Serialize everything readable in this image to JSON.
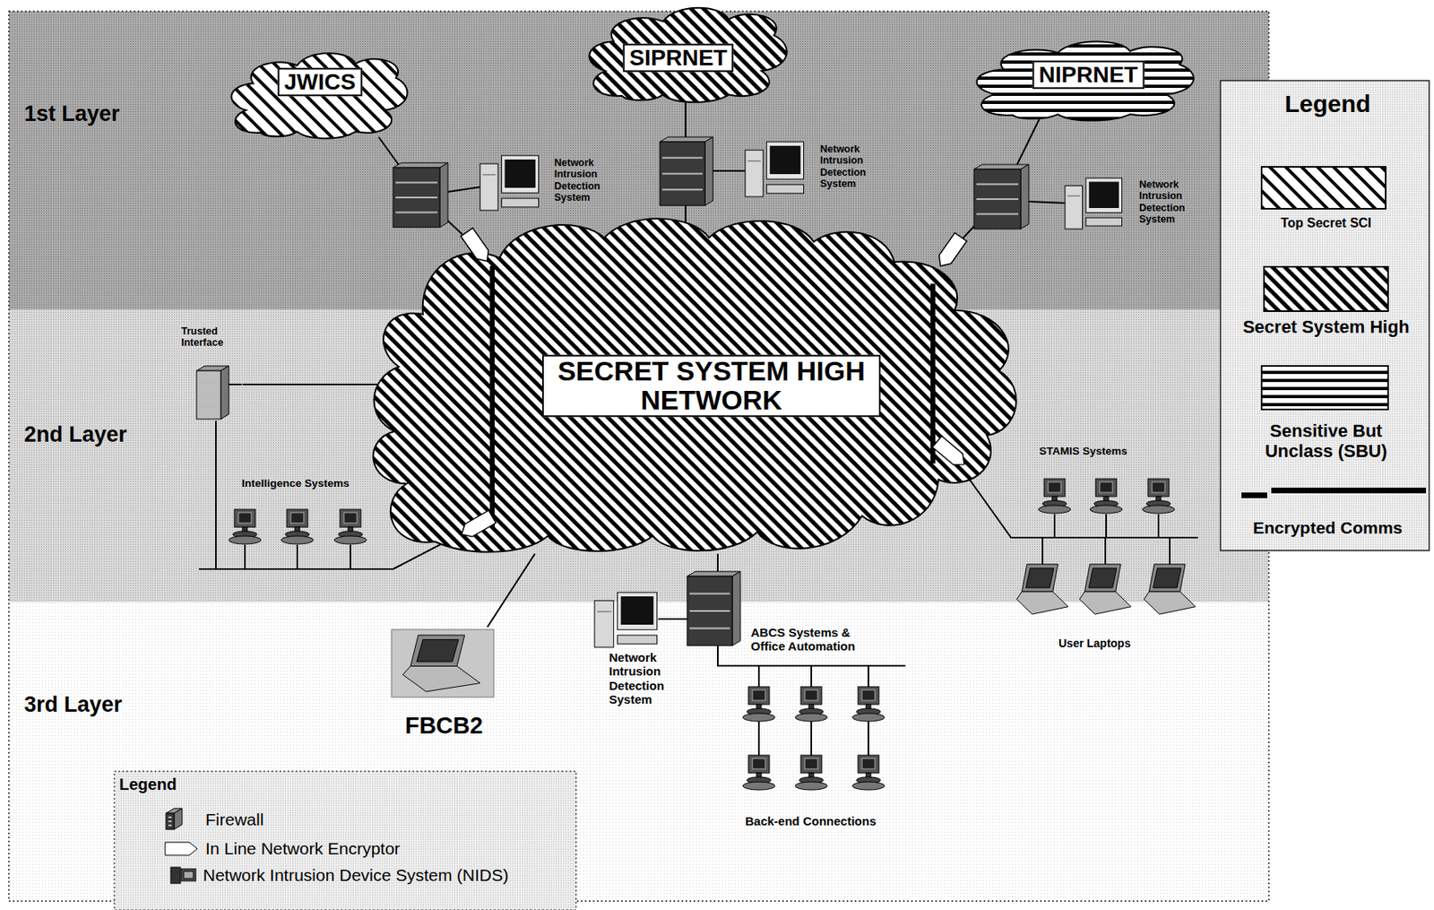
{
  "diagram": {
    "nodes": [
      {
        "text": [
          "1st Layer"
        ]
      },
      {
        "text": [
          "JWICS"
        ],
        "in": 0
      },
      {
        "text": [
          "Network Intrusion Detection System"
        ],
        "in": 0
      },
      {
        "text": [
          "SIPRNET"
        ],
        "in": 0
      },
      {
        "text": [
          "Network Intrusion Detection System"
        ],
        "in": 0
      },
      {
        "text": [
          "NIPRNET"
        ],
        "in": 0
      },
      {
        "text": [
          "Network Intrusion Detection System"
        ],
        "in": 0
      },
      {
        "text": [
          "SECRET SYSTEM HIGH NETWORK"
        ]
      },
      {
        "text": [
          "2nd Layer"
        ]
      },
      {
        "text": [
          "Trusted Interface"
        ],
        "in": 8
      },
      {
        "text": [
          "Intelligence Systems"
        ],
        "in": 8
      },
      {
        "text": [
          "STAMIS Systems",
          "User Laptops"
        ]
      },
      {
        "text": [
          "3rd Layer"
        ]
      },
      {
        "text": [
          "FBCB2"
        ],
        "in": 12
      },
      {
        "text": [
          "Network Intrusion Detection System"
        ],
        "in": 12
      },
      {
        "text": [
          "ABCS Systems & Office Automation",
          "Back-end Connections"
        ],
        "in": 12
      }
    ],
    "edges": [
      {
        "from": 1,
        "to": 7,
        "arrow": "none"
      },
      {
        "from": 3,
        "to": 7,
        "arrow": "none"
      },
      {
        "from": 5,
        "to": 7,
        "arrow": "none"
      },
      {
        "from": 9,
        "to": 7,
        "arrow": "none"
      },
      {
        "from": 9,
        "to": 10,
        "arrow": "none"
      },
      {
        "from": 10,
        "to": 7,
        "arrow": "none"
      },
      {
        "from": 11,
        "to": 7,
        "arrow": "none"
      },
      {
        "from": 13,
        "to": 7,
        "arrow": "none"
      },
      {
        "from": 15,
        "to": 7,
        "arrow": "none"
      }
    ],
    "labels": [
      "Legend",
      "Legend"
    ],
    "legend": [
      {
        "text": "Top Secret SCI"
      },
      {
        "text": "Secret System High"
      },
      {
        "text": "Sensitive But Unclass (SBU)"
      },
      {
        "text": "Encrypted Comms"
      },
      {
        "text": "Firewall"
      },
      {
        "text": "In Line Network Encryptor"
      },
      {
        "text": "Network Intrusion Device System (NIDS)"
      }
    ]
  }
}
